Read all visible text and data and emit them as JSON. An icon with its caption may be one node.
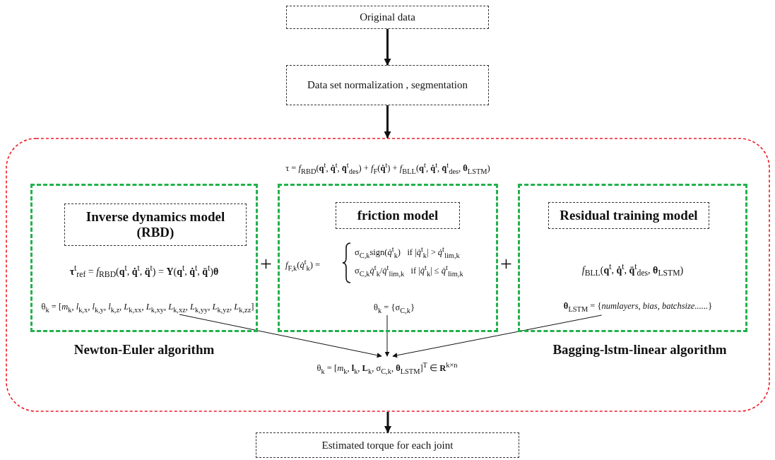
{
  "diagram": {
    "nodes": [
      {
        "text": [
          "Original data"
        ]
      },
      {
        "text": [
          "Data set normalization , segmentation"
        ]
      },
      {
        "text": [
          "τ = *f*$_{RBD}$(**q**$^{t}$, **q̇**$^{t}$, **q̈**$^{t}$$_{des}$) + *f*$_{F}$(**q̇**$^{t}$) + *f*$_{BLL}$(**q**$^{t}$, **q̇**$^{t}$, **q̈**$^{t}$$_{des}$, **θ**$_{LSTM}$)"
        ]
      },
      {
        "text": [
          "**τ**$^{t}$$_{ref}$ = *f*$_{RBD}$(**q**$^{t}$, **q̇**$^{t}$, **q̈**$^{t}$) = **Y**(**q**$^{t}$, **q̇**$^{t}$, **q̈**$^{t}$)**θ**"
        ],
        "in": 2,
        "beside": [
          "Newton-Euler algorithm"
        ]
      },
      {
        "text": [
          "Inverse dynamics model (RBD)"
        ],
        "in": 3
      },
      {
        "text": [
          "θ$_{k}$ = [*m*$_{k}$, *l*$_{k,x}$, *l*$_{k,y}$, *l*$_{k,z}$, *L*$_{k,xx}$, *L*$_{k,xy}$, *L*$_{k,xz}$, *L*$_{k,yy}$, *L*$_{k,yz}$, *L*$_{k,zz}$]"
        ],
        "in": 3
      },
      {
        "text": [
          "*f*$_{F,k}$(*q̇*$^{t}$$_{k}$) =",
          "σ$_{C,k}$sign(*q̇*$^{t}$$_{k}$)   if |*q̇*$^{t}$$_{k}$| > *q̇*$^{t}$$_{lim,k}$",
          "σ$_{C,k}$*q̇*$^{t}$$_{k}$/*q̇*$^{t}$$_{lim,k}$   if |*q̇*$^{t}$$_{k}$| ≤ *q̇*$^{t}$$_{lim,k}$"
        ],
        "in": 2
      },
      {
        "text": [
          "friction model"
        ],
        "in": 6
      },
      {
        "text": [
          "θ$_{k}$ = {σ$_{C,k}$}"
        ],
        "in": 6
      },
      {
        "text": [
          "*f*$_{BLL}$(**q**$^{t}$, **q̇**$^{t}$, **q̈**$^{t}$$_{des}$, **θ**$_{LSTM}$)"
        ],
        "in": 2,
        "beside": [
          "Bagging-lstm-linear algorithm"
        ]
      },
      {
        "text": [
          "Residual training model"
        ],
        "in": 9
      },
      {
        "text": [
          "**θ**$_{LSTM}$ = {*numlayers*, *bias*, *batchsize......*}"
        ],
        "in": 9
      },
      {
        "text": [
          "θ$_{k}$ = [*m*$_{k}$, **l**$_{k}$, **L**$_{k}$, σ$_{C,k}$, **θ**$_{LSTM}$]$^{T}$ ∈ **R**$^{k×n}$"
        ],
        "in": 2
      },
      {
        "text": [
          "Estimated torque for each joint"
        ]
      }
    ],
    "edges": [
      {
        "from": 0,
        "to": 1,
        "arrow": "to",
        "style": "thick"
      },
      {
        "from": 1,
        "to": 2,
        "arrow": "to",
        "style": "thick"
      },
      {
        "from": 5,
        "to": 12,
        "arrow": "to"
      },
      {
        "from": 8,
        "to": 12,
        "arrow": "to"
      },
      {
        "from": 11,
        "to": 12,
        "arrow": "to"
      },
      {
        "from": 2,
        "to": 13,
        "arrow": "to",
        "style": "thick"
      }
    ],
    "labels": [
      "+",
      "+"
    ]
  }
}
